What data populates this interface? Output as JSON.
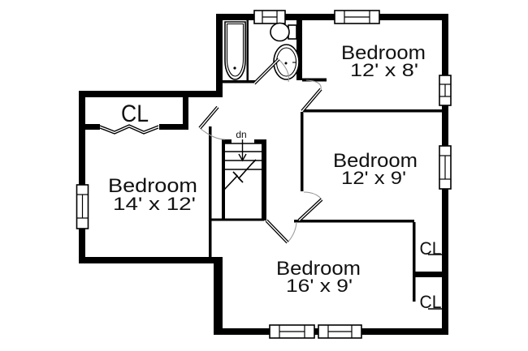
{
  "floor_plan": {
    "rooms": [
      {
        "name": "Bedroom",
        "dims": "12' x 8'"
      },
      {
        "name": "Bedroom",
        "dims": "12' x 9'"
      },
      {
        "name": "Bedroom",
        "dims": "16' x 9'"
      },
      {
        "name": "Bedroom",
        "dims": "14' x 12'"
      }
    ],
    "closets": {
      "top_left": "CL",
      "right_upper": "CL",
      "right_lower": "CL"
    },
    "stairs_label": "dn"
  },
  "colors": {
    "background": "#ffffff",
    "wall": "#000000",
    "door_swing_arc": "#9a9a9a",
    "text": "#111111"
  }
}
